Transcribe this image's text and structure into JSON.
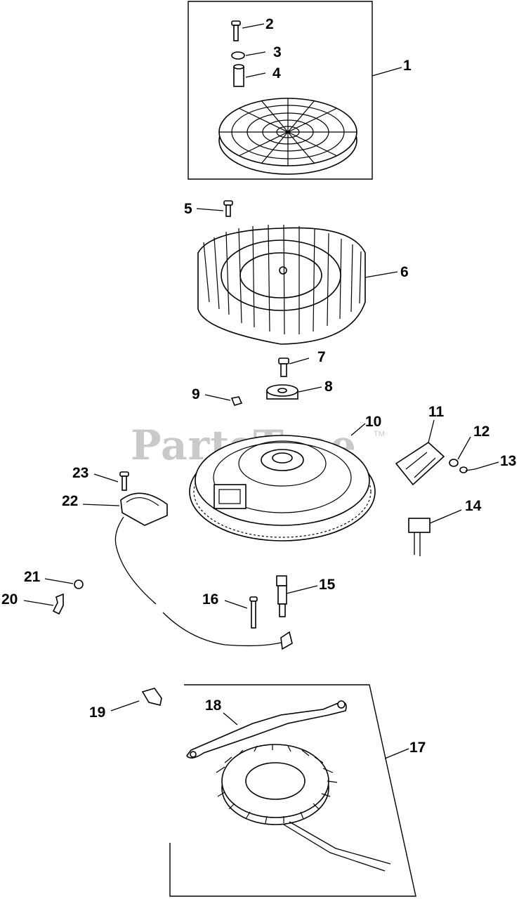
{
  "watermark": {
    "text": "PartsTree",
    "trademark": "TM"
  },
  "callouts": [
    "1",
    "2",
    "3",
    "4",
    "5",
    "6",
    "7",
    "8",
    "9",
    "10",
    "11",
    "12",
    "13",
    "14",
    "15",
    "16",
    "17",
    "18",
    "19",
    "20",
    "21",
    "22",
    "23"
  ]
}
